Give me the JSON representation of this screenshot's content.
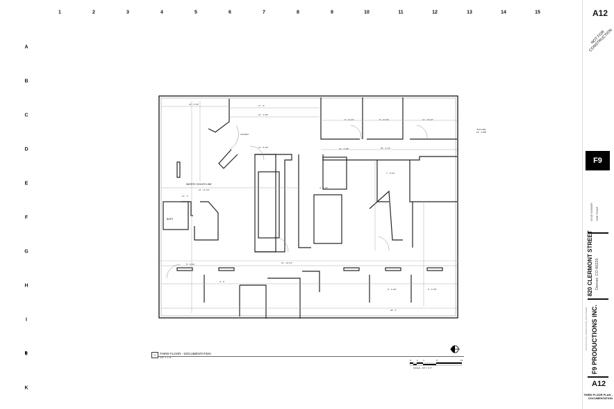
{
  "grid": {
    "columns": [
      "1",
      "2",
      "3",
      "4",
      "5",
      "6",
      "7",
      "8",
      "9",
      "10",
      "11",
      "12",
      "13",
      "14",
      "15"
    ],
    "rows": [
      "A",
      "B",
      "C",
      "D",
      "E",
      "F",
      "G",
      "H",
      "I",
      "J",
      "K"
    ]
  },
  "sheet": {
    "number": "A12",
    "stamp": "NOT FOR CONSTRUCTION",
    "logo": "F9",
    "issue_label": "ISSUE NUMBER",
    "time_stamp_label": "TIME STAMP",
    "address_street": "820 CLERMONT STREET",
    "address_city": "Denver, CO 80220",
    "company": "F9 PRODUCTIONS INC.",
    "company_tagline": "ARCHITECTURE | CONSTRUCTION | DEVELOPMENT",
    "sheet_title": "THIRD FLOOR PLAN - DOCUMENTATION"
  },
  "view": {
    "number": "1",
    "title": "THIRD FLOOR - DOCUMENTATION",
    "scale": "1/4\" = 1'-0\"",
    "scale_bar_label": "SCALE : 1/4\" = 1'-0\"",
    "scale_ticks": [
      "0",
      "2",
      "4",
      "8",
      "16"
    ]
  },
  "plan_labels": {
    "reception": "reception",
    "water_cooler": "WATER COOLER LINE",
    "bath": "BATH",
    "floor_plate": "floor plate",
    "floor_plate_dim": "13' - 4 3/8\""
  },
  "dimensions": [
    "10' - 5 1/8\"",
    "17' - 6\"",
    "21' - 5 3/8\"",
    "12' - 8 1/8\"",
    "21' - 11 1/4\"",
    "14' - 1\"",
    "9' - 11 1/2\"",
    "8' - 10 3/4\"",
    "11' - 10 1/4\"",
    "30' - 4 1/2\"",
    "22' - 5 3/8\"",
    "7' - 6 1/2\"",
    "4' - 6 1/2\"",
    "12' - 10 1/4\"",
    "28' - 4\"",
    "8' - 5 3/4\"",
    "9' - 6\"",
    "8' - 6 1/8\"",
    "8' - 6 7/8\""
  ]
}
